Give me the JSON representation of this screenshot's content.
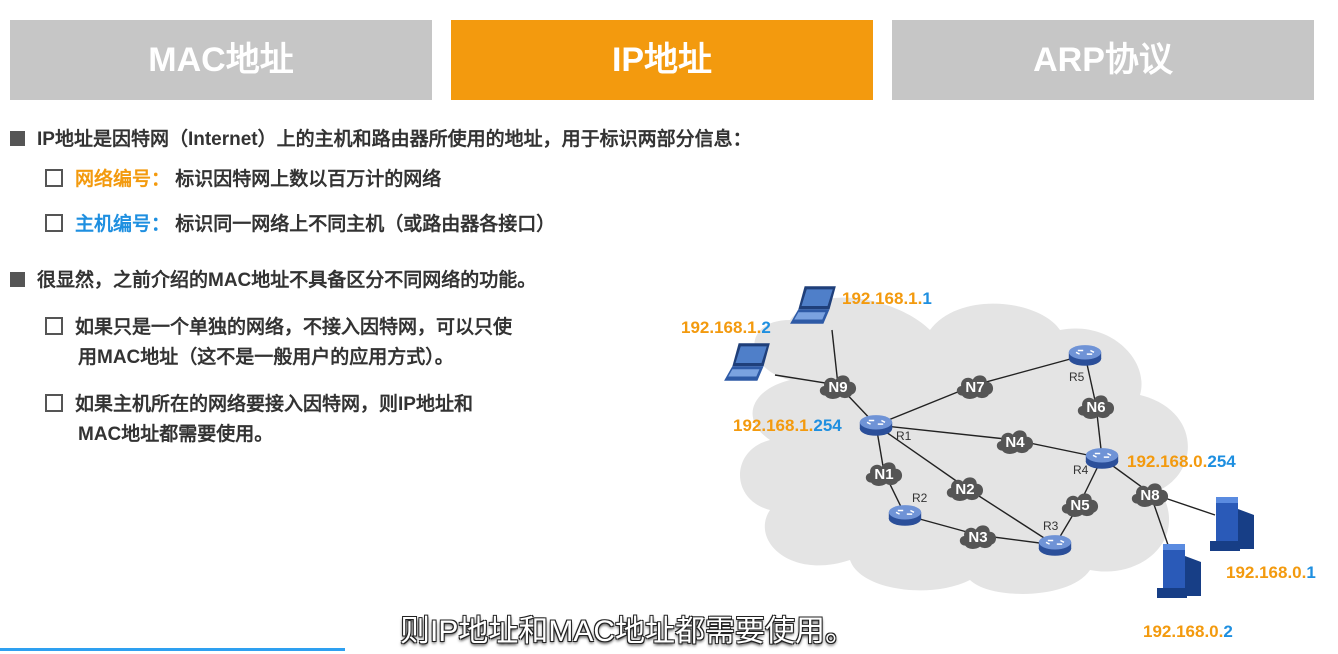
{
  "tabs": [
    {
      "label": "MAC地址",
      "active": false
    },
    {
      "label": "IP地址",
      "active": true
    },
    {
      "label": "ARP协议",
      "active": false
    }
  ],
  "content": {
    "b1": "IP地址是因特网（Internet）上的主机和路由器所使用的地址，用于标识两部分信息：",
    "b1_1_key": "网络编号：",
    "b1_1_text": "标识因特网上数以百万计的网络",
    "b1_2_key": "主机编号：",
    "b1_2_text": "标识同一网络上不同主机（或路由器各接口）",
    "b2": "很显然，之前介绍的MAC地址不具备区分不同网络的功能。",
    "b2_1_line1": "如果只是一个单独的网络，不接入因特网，可以只使",
    "b2_1_line2": "用MAC地址（这不是一般用户的应用方式）。",
    "b2_2_line1": "如果主机所在的网络要接入因特网，则IP地址和",
    "b2_2_line2": "MAC地址都需要使用。"
  },
  "diagram": {
    "networks": [
      "N9",
      "N7",
      "N4",
      "N1",
      "N2",
      "N3",
      "N5",
      "N6",
      "N8"
    ],
    "routers": [
      "R1",
      "R2",
      "R3",
      "R4",
      "R5"
    ],
    "ips": {
      "laptop_top": {
        "net": "192.168.1.",
        "host": "1"
      },
      "laptop_left": {
        "net": "192.168.1.",
        "host": "2"
      },
      "r1": {
        "net": "192.168.1.",
        "host": "254"
      },
      "r4": {
        "net": "192.168.0.",
        "host": "254"
      },
      "pc_right": {
        "net": "192.168.0.",
        "host": "1"
      },
      "pc_bottom": {
        "net": "192.168.0.",
        "host": "2"
      }
    },
    "colors": {
      "network_part": "#f39a0e",
      "host_part": "#1e8fe0"
    }
  },
  "subtitle": "则IP地址和MAC地址都需要使用。"
}
